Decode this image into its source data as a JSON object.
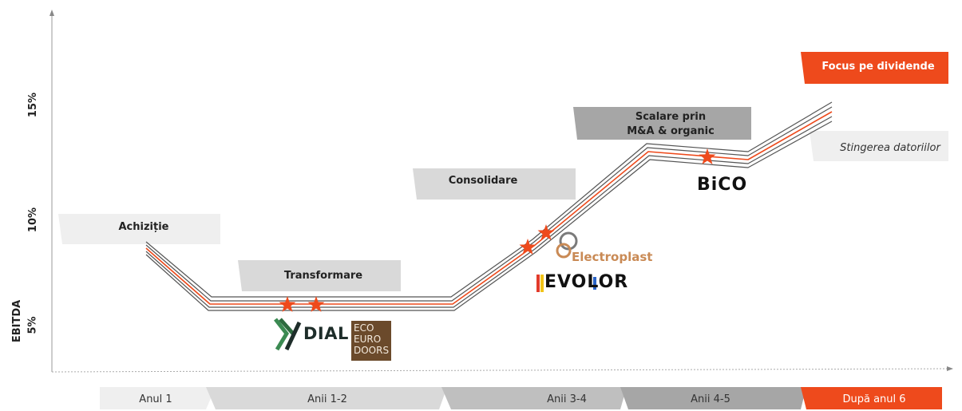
{
  "axis": {
    "y_title": "EBITDA",
    "y_ticks": [
      "5%",
      "10%",
      "15%"
    ]
  },
  "stages": [
    {
      "id": "achizitie",
      "label": "Achiziție"
    },
    {
      "id": "transformare",
      "label": "Transformare"
    },
    {
      "id": "consolidare",
      "label": "Consolidare"
    },
    {
      "id": "scalare",
      "label": "Scalare prin\nM&A & organic"
    },
    {
      "id": "focus",
      "label": "Focus pe dividende"
    },
    {
      "id": "stingerea",
      "label": "Stingerea datoriilor"
    }
  ],
  "timeline": [
    {
      "label": "Anul 1"
    },
    {
      "label": "Anii 1-2"
    },
    {
      "label": "Anii 3-4"
    },
    {
      "label": "Anii 4-5"
    },
    {
      "label": "După anul 6"
    }
  ],
  "logos": {
    "dial": "DIAL",
    "ecoeurodoors": "ECO EURO DOORS",
    "electroplast": "Electroplast",
    "evolor": "EVOLOR",
    "bico": "BiCO"
  },
  "colors": {
    "accent": "#ee4a1c",
    "star": "#ee4a1c",
    "box_light": "#eeeeee",
    "box_mid": "#d9d9d9",
    "box_dark": "#a6a6a6",
    "line": "#555555"
  }
}
